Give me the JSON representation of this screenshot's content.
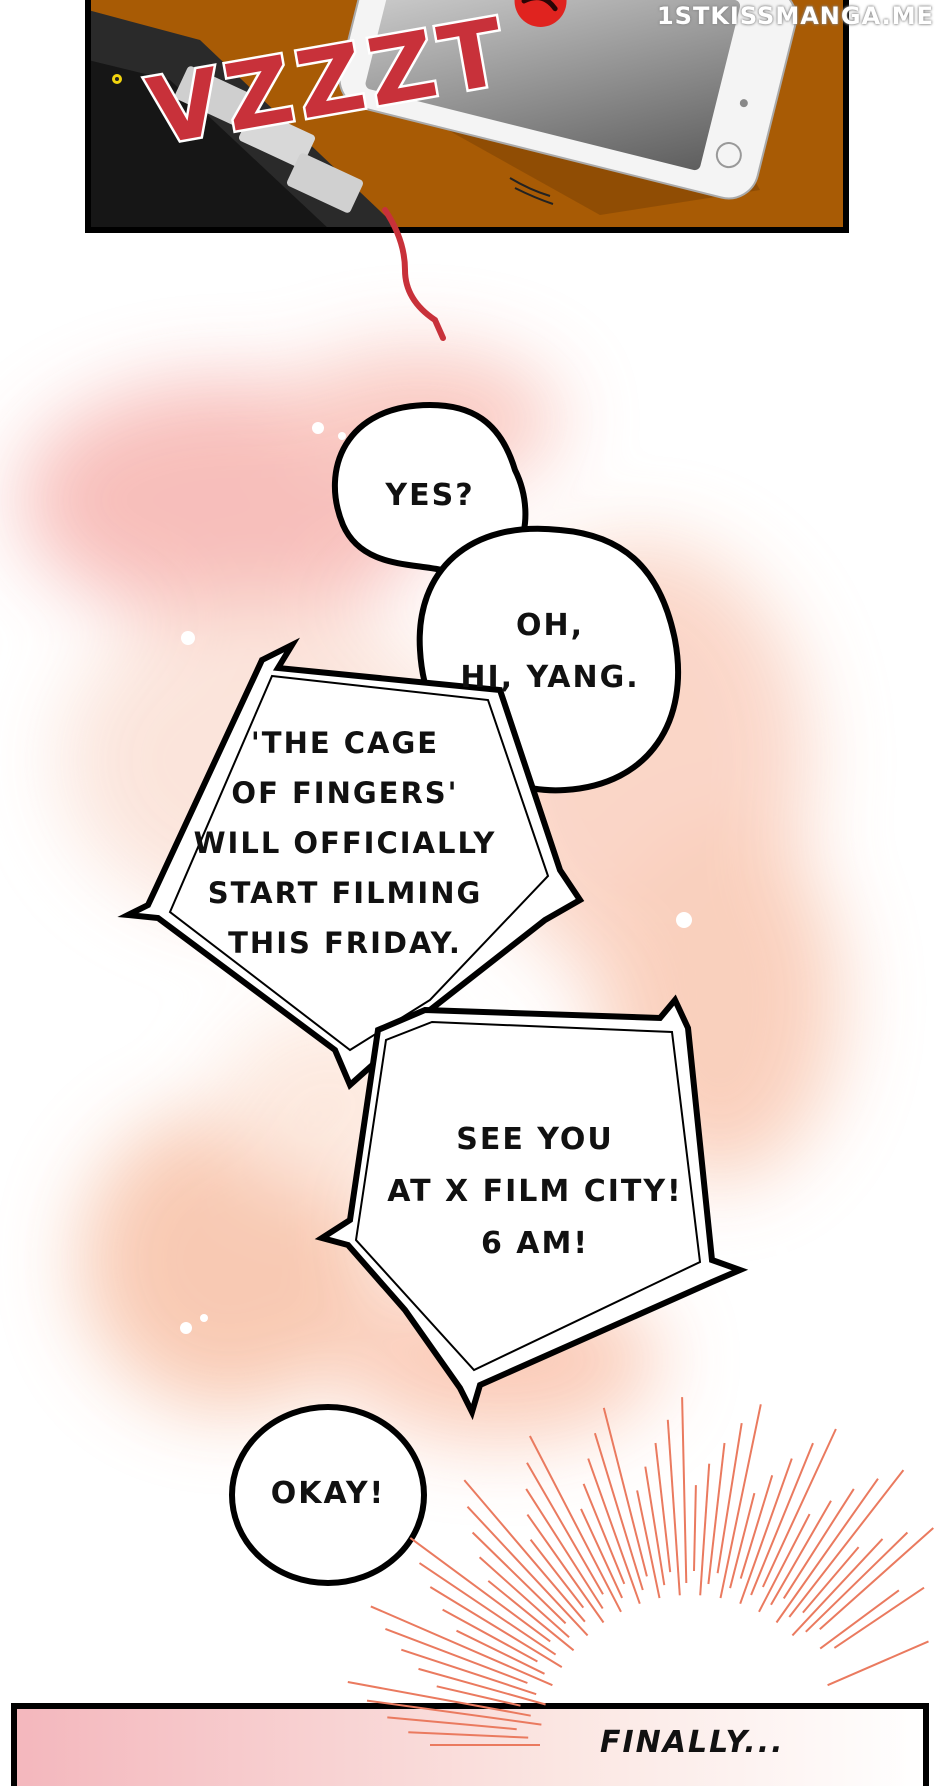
{
  "watermark": "1STKISSMANGA.ME",
  "sound_effect": "VZZZT",
  "phone": {
    "screen_icon": "phone-call-icon",
    "accent": "#e0231f"
  },
  "colors": {
    "panel_bg": "#a85b05",
    "sfx": "#c8313a",
    "wash": "#f6b9a4",
    "burst": "#ea7a5f"
  },
  "bubbles": {
    "yes": "YES?",
    "oh_line1": "OH,",
    "oh_line2": "HI, YANG.",
    "cage_line1": "'THE CAGE",
    "cage_line2": "OF FINGERS'",
    "cage_line3": "WILL OFFICIALLY",
    "cage_line4": "START FILMING",
    "cage_line5": "THIS FRIDAY.",
    "see_line1": "SEE YOU",
    "see_line2": "AT X FILM CITY!",
    "see_line3": "6 AM!",
    "okay": "OKAY!",
    "finally": "FINALLY..."
  }
}
